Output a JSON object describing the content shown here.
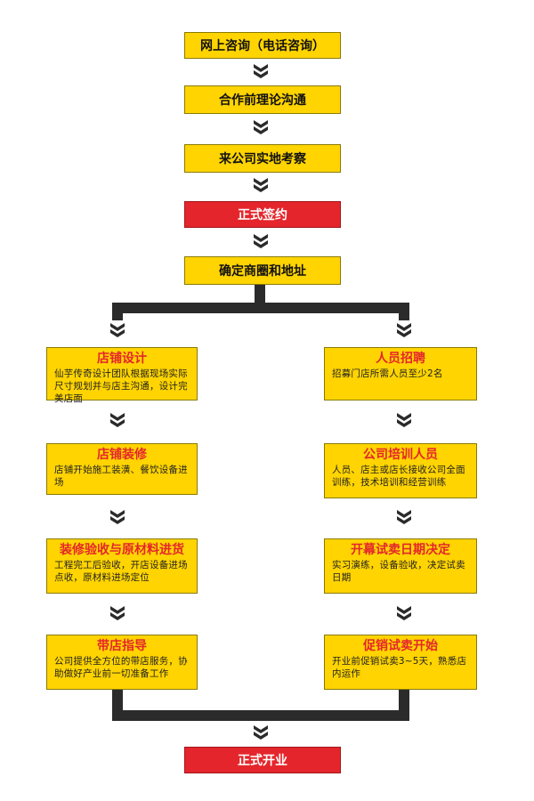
{
  "top_steps": [
    {
      "label": "网上咨询（电话咨询）",
      "color": "yellow"
    },
    {
      "label": "合作前理论沟通",
      "color": "yellow"
    },
    {
      "label": "来公司实地考察",
      "color": "yellow"
    },
    {
      "label": "正式签约",
      "color": "red"
    },
    {
      "label": "确定商圈和地址",
      "color": "yellow"
    }
  ],
  "left_branch": [
    {
      "title": "店铺设计",
      "desc": "仙芋传奇设计团队根据现场实际尺寸规划并与店主沟通，设计完美店面"
    },
    {
      "title": "店铺装修",
      "desc": "店铺开始施工装潢、餐饮设备进场"
    },
    {
      "title": "装修验收与原材料进货",
      "desc": "工程完工后验收，开店设备进场点收，原材料进场定位"
    },
    {
      "title": "带店指导",
      "desc": "公司提供全方位的带店服务，协助做好产业前一切准备工作"
    }
  ],
  "right_branch": [
    {
      "title": "人员招聘",
      "desc": "招募门店所需人员至少2名"
    },
    {
      "title": "公司培训人员",
      "desc": "人员、店主或店长接收公司全面训练，技术培训和经营训练"
    },
    {
      "title": "开幕试卖日期决定",
      "desc": "实习演练，设备验收，决定试卖日期"
    },
    {
      "title": "促销试卖开始",
      "desc": "开业前促销试卖3~5天，熟悉店内运作"
    }
  ],
  "final_step": {
    "label": "正式开业",
    "color": "red"
  },
  "colors": {
    "yellow": "#ffd400",
    "red": "#e4262c",
    "connector": "#2b2b2b",
    "title_red": "#e4262c"
  }
}
